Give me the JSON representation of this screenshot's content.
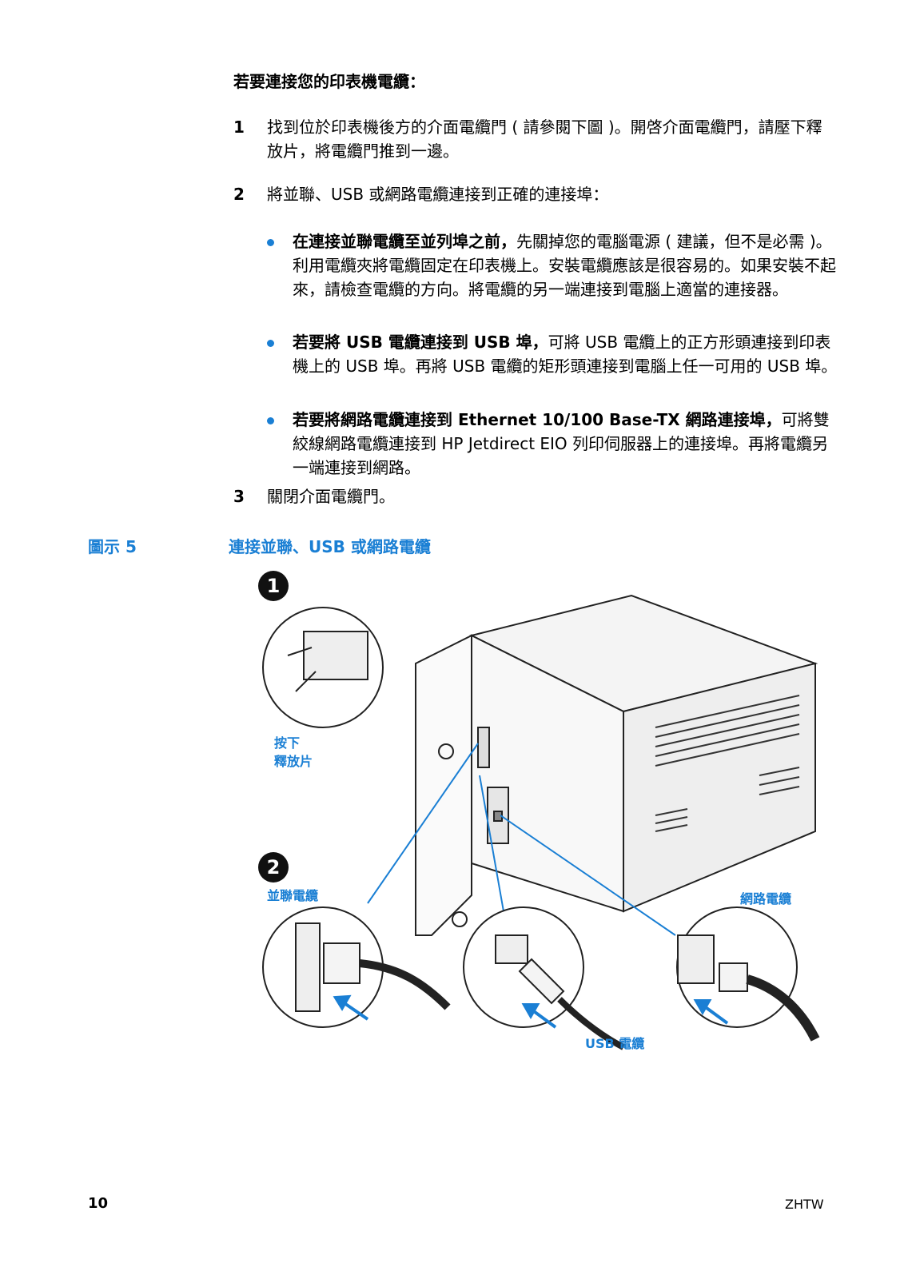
{
  "heading": "若要連接您的印表機電纜：",
  "steps": [
    {
      "num": "1",
      "text": "找到位於印表機後方的介面電纜門 ( 請參閱下圖 )。開啓介面電纜門，請壓下釋放片，將電纜門推到一邊。"
    },
    {
      "num": "2",
      "text": "將並聯、USB 或網路電纜連接到正確的連接埠："
    },
    {
      "num": "3",
      "text": "關閉介面電纜門。"
    }
  ],
  "bullets": [
    {
      "bold": "在連接並聯電纜至並列埠之前，",
      "text": "先關掉您的電腦電源 ( 建議，但不是必需 )。利用電纜夾將電纜固定在印表機上。安裝電纜應該是很容易的。如果安裝不起來，請檢查電纜的方向。將電纜的另一端連接到電腦上適當的連接器。"
    },
    {
      "bold": "若要將 USB 電纜連接到 USB 埠，",
      "text": "可將 USB 電纜上的正方形頭連接到印表機上的 USB 埠。再將 USB 電纜的矩形頭連接到電腦上任一可用的 USB 埠。"
    },
    {
      "bold": "若要將網路電纜連接到 Ethernet 10/100 Base-TX 網路連接埠，",
      "text": "可將雙絞線網路電纜連接到 HP Jetdirect EIO 列印伺服器上的連接埠。再將電纜另一端連接到網路。"
    }
  ],
  "figure": {
    "label": "圖示 5",
    "title": "連接並聯、USB 或網路電纜",
    "callout_1": "1",
    "callout_2": "2",
    "press_release_line1": "按下",
    "press_release_line2": "釋放片",
    "parallel_cable": "並聯電纜",
    "network_cable": "網路電纜",
    "usb_cable": "USB 電纜"
  },
  "footer": {
    "page_number": "10",
    "language": "ZHTW"
  },
  "colors": {
    "accent": "#1a7fd4"
  }
}
